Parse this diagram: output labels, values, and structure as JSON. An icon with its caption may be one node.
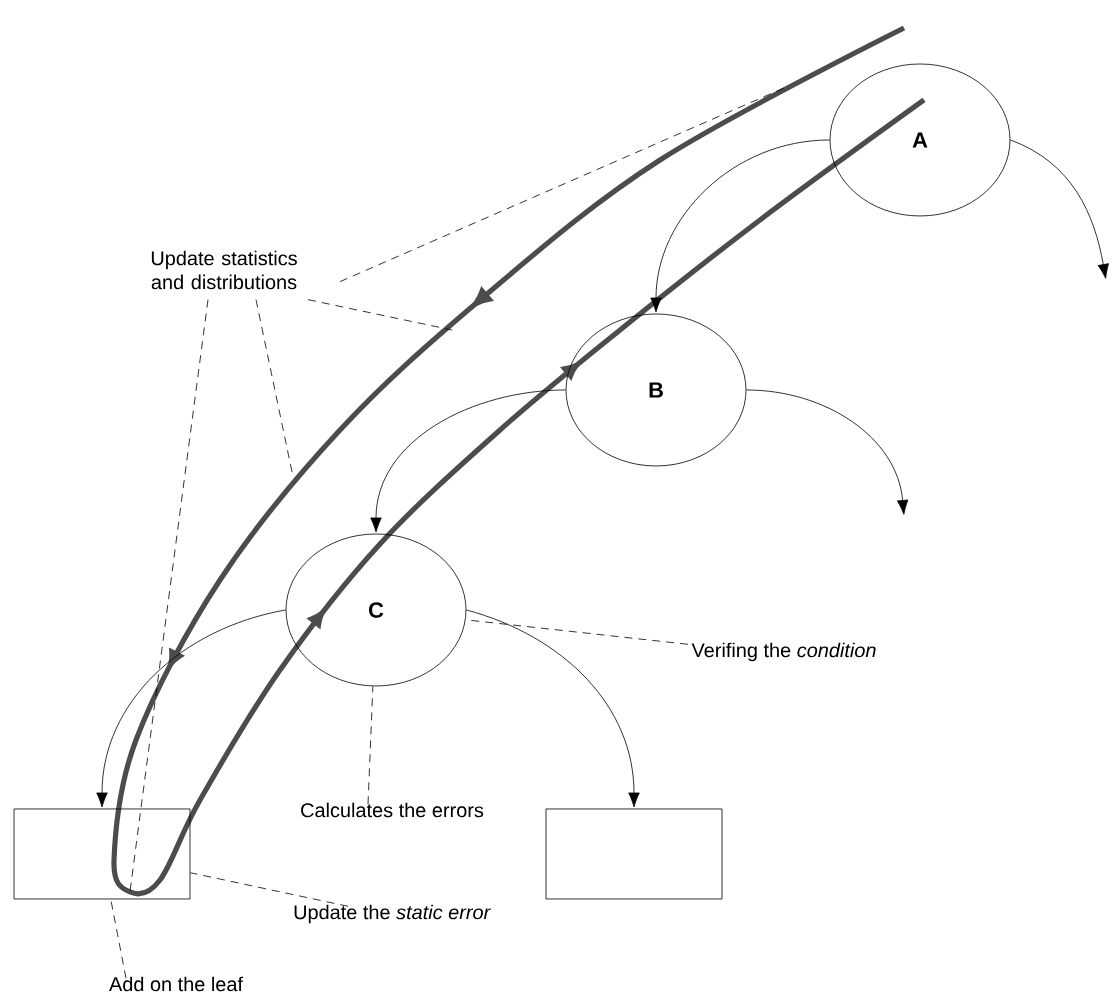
{
  "diagram": {
    "nodes": [
      {
        "text": [
          "A"
        ]
      },
      {
        "text": [
          "B"
        ]
      },
      {
        "text": [
          "C"
        ]
      },
      {
        "text": [],
        "shape": "box"
      },
      {
        "text": [],
        "shape": "box"
      },
      {
        "text": [
          "Update statistics and distributions"
        ]
      },
      {
        "text": [
          "Verifing the *condition*"
        ]
      },
      {
        "text": [
          "Calculates the errors"
        ]
      },
      {
        "text": [
          "Update the *static error*"
        ]
      },
      {
        "text": [
          "Add on the leaf"
        ]
      }
    ],
    "edges": [
      {
        "from": 0,
        "to": 1,
        "arrow": "to"
      },
      {
        "from": 0,
        "to": null,
        "arrow": "to"
      },
      {
        "from": 1,
        "to": 2,
        "arrow": "to"
      },
      {
        "from": 1,
        "to": null,
        "arrow": "to"
      },
      {
        "from": 2,
        "to": 3,
        "arrow": "to"
      },
      {
        "from": 2,
        "to": 4,
        "arrow": "to"
      },
      {
        "from": 5,
        "to": null,
        "arrow": "none",
        "style": "dashed"
      },
      {
        "from": 5,
        "to": null,
        "arrow": "none",
        "style": "dashed"
      },
      {
        "from": 5,
        "to": 3,
        "arrow": "none",
        "style": "dashed"
      },
      {
        "from": 5,
        "to": null,
        "arrow": "none",
        "style": "dashed"
      },
      {
        "from": 6,
        "to": 2,
        "arrow": "none",
        "style": "dashed"
      },
      {
        "from": 7,
        "to": 2,
        "arrow": "none",
        "style": "dashed"
      },
      {
        "from": 8,
        "to": 3,
        "arrow": "none",
        "style": "dashed"
      },
      {
        "from": 9,
        "to": 3,
        "arrow": "none",
        "style": "dashed"
      }
    ]
  }
}
